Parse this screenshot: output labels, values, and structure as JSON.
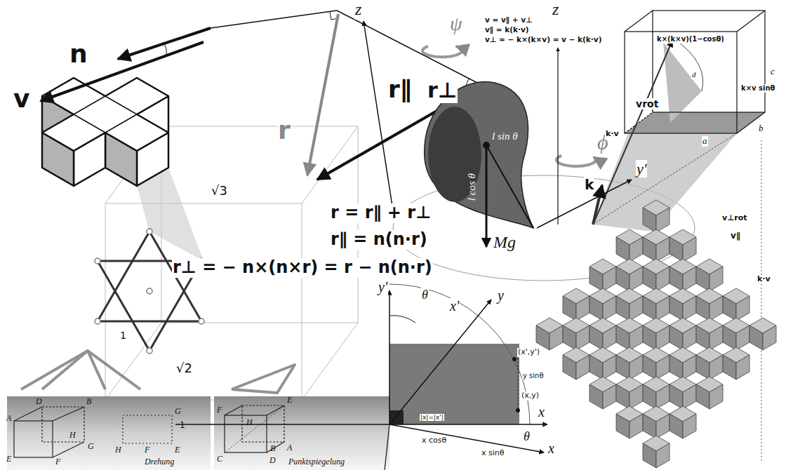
{
  "diagram": {
    "labels": [
      "z",
      "z",
      "n",
      "v",
      "r",
      "r∥",
      "r⊥",
      "ψ",
      "r = r∥ + r⊥",
      "r∥ = n(n·r)",
      "r⊥ = − n×(n×r) = r − n(n·r)",
      "Mg",
      "l sin θ",
      "l cos θ",
      "ϕ",
      "√3",
      "√2",
      "1",
      "D",
      "B",
      "A",
      "H",
      "G",
      "E",
      "F",
      "1",
      "H",
      "G",
      "E",
      "F",
      "Drehung",
      "F",
      "E",
      "H",
      "B",
      "A",
      "C",
      "D",
      "Punktspiegelung",
      "y'",
      "θ",
      "x'",
      "y",
      "(x',y')",
      "(x,y)",
      "x",
      "y sinθ",
      "x cosθ",
      "x sinθ",
      "|x|=|x'|",
      "θ",
      "x",
      "v = v∥ + v⊥",
      "v∥ = k(k·v)",
      "v⊥ = − k×(k×v) = v − k(k·v)",
      "k×(k×v)(1−cosθ)",
      "k×v sinθ",
      "d",
      "c",
      "b",
      "a",
      "vrot",
      "k·v",
      "k",
      "y'",
      "k·v",
      "v∥",
      "v⊥rot"
    ]
  }
}
